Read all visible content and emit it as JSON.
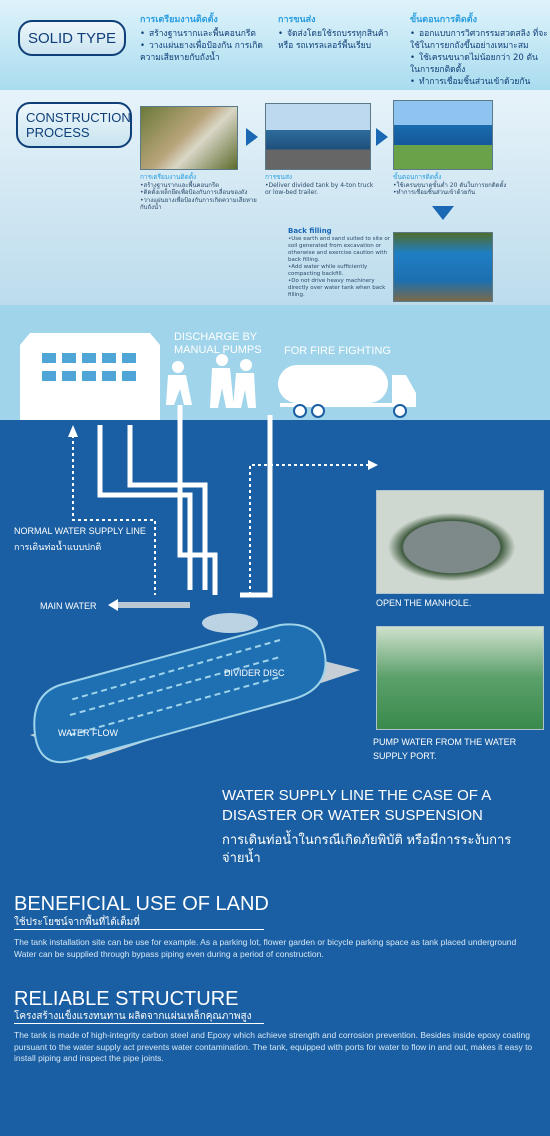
{
  "solid": {
    "pill": "SOLID TYPE",
    "cols": [
      {
        "title": "การเตรียมงานติดตั้ง",
        "items": [
          "สร้างฐานรากและพื้นคอนกรีต",
          "วางแผ่นยางเพื่อป้องกัน การเกิดความเสียหายกับถังน้ำ"
        ]
      },
      {
        "title": "การขนส่ง",
        "items": [
          "จัดส่งโดยใช้รถบรรทุกสินค้า หรือ รถเทรลเลอร์พื้นเรียบ"
        ]
      },
      {
        "title": "ขั้นตอนการติดตั้ง",
        "items": [
          "ออกแบบการวิศวกรรมสวดสลิง ที่จะใช้ในการยกถังขึ้นอย่างเหมาะสม",
          "ใช้เครนขนาดไม่น้อยกว่า 20 ตัน ในการยกติดตั้ง",
          "ทำการเชื่อมชิ้นส่วนเข้าด้วยกัน"
        ]
      }
    ]
  },
  "construction": {
    "pill": "CONSTRUCTION PROCESS",
    "caps": [
      {
        "title": "การเตรียมงานติดตั้ง",
        "items": [
          "สร้างฐานรากและพื้นคอนกรีต",
          "ติดตั้งเหล็กยึดเพื่อป้องกันการเลื่อนของถัง",
          "วางแผ่นยางเพื่อป้องกันการเกิดความเสียหาย กับถังน้ำ"
        ]
      },
      {
        "title": "การขนส่ง",
        "items": [
          "Deliver divided tank by 4-ton truck or low-bed trailer."
        ]
      },
      {
        "title": "ขั้นตอนการติดตั้ง",
        "items": [
          "ใช้เครนขนาดขั้นต่ำ 20 ตันในการยกติดตั้ง",
          "ทำการเชื่อมชิ้นส่วนเข้าด้วยกัน"
        ]
      }
    ],
    "backfill": {
      "title": "Back filling",
      "items": [
        "Use earth and sand suited to site or soil generated from excavation or otherwise and exercise caution with back filling.",
        "Add water while sufficiently compacting backfill.",
        "Do not drive heavy machinery directly over water tank when back filling."
      ]
    }
  },
  "diagram": {
    "discharge": "DISCHARGE BY MANUAL PUMPS",
    "fire": "FOR FIRE FIGHTING",
    "normal_en": "NORMAL WATER SUPPLY LINE",
    "normal_th": "การเดินท่อน้ำแบบปกติ",
    "main_water": "MAIN WATER",
    "divider": "DIVIDER DISC",
    "water_flow": "WATER FLOW",
    "manhole": "OPEN THE MANHOLE.",
    "pump": "PUMP WATER FROM THE WATER SUPPLY PORT.",
    "disaster_en": "WATER SUPPLY LINE THE CASE OF A DISASTER OR WATER SUSPENSION",
    "disaster_th": "การเดินท่อน้ำในกรณีเกิดภัยพิบัติ หรือมีการระงับการจ่ายน้ำ"
  },
  "land": {
    "title": "BENEFICIAL USE OF LAND",
    "subtitle": "ใช้ประโยชน์จากพื้นที่ได้เต็มที่",
    "text": "The tank installation site can be use for example. As a parking lot, flower garden or bicycle parking space as tank placed underground Water can be supplied through bypass piping even during a period of construction."
  },
  "structure": {
    "title": "RELIABLE STRUCTURE",
    "subtitle": "โครงสร้างแข็งแรงทนทาน ผลิตจากแผ่นเหล็กคุณภาพสูง",
    "text": "The tank is made of high-integrity carbon steel and Epoxy which achieve strength and corrosion prevention. Besides inside epoxy coating pursuant to the water supply act prevents water contamination. The tank, equipped with ports for water to flow in and out, makes it easy to install piping and inspect the pipe joints."
  }
}
